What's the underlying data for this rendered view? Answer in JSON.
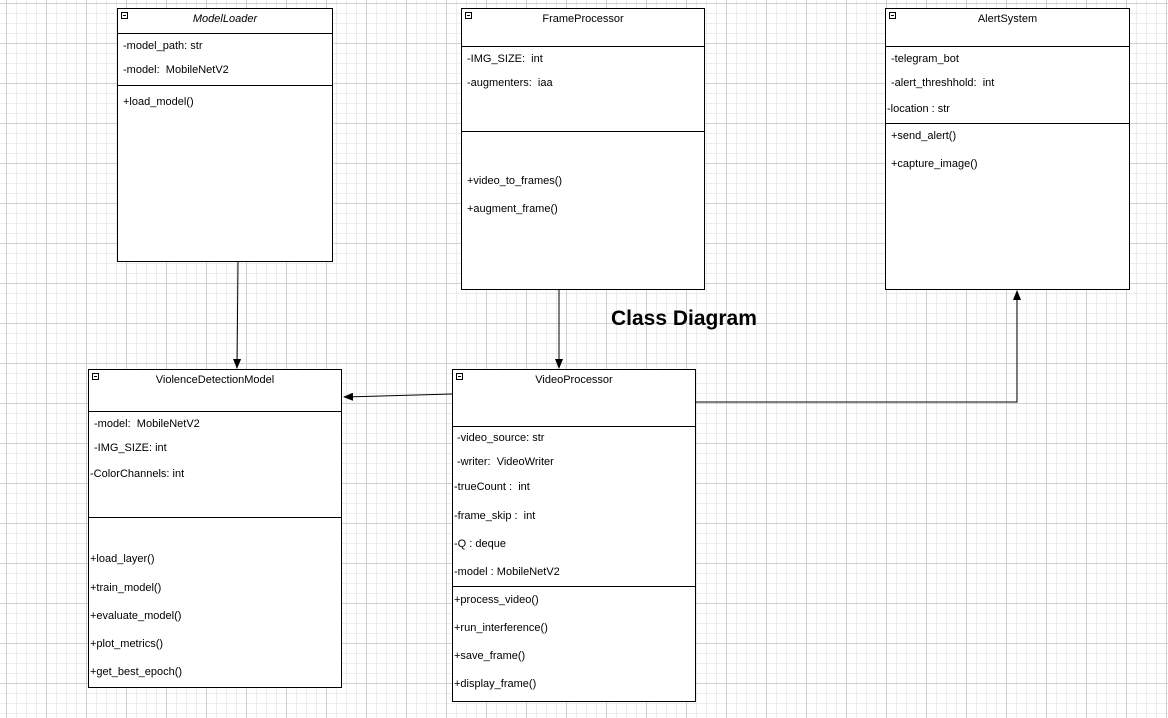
{
  "title": "Class Diagram",
  "classes": {
    "model_loader": {
      "name": "ModelLoader",
      "attributes": [
        "-model_path: str",
        "-model:  MobileNetV2"
      ],
      "methods": [
        "+load_model()"
      ]
    },
    "frame_processor": {
      "name": "FrameProcessor",
      "attributes": [
        "-IMG_SIZE:  int",
        "-augmenters:  iaa"
      ],
      "methods": [
        "+video_to_frames()",
        "+augment_frame()"
      ]
    },
    "alert_system": {
      "name": "AlertSystem",
      "attributes": [
        "-telegram_bot",
        "-alert_threshhold:  int",
        "-location : str"
      ],
      "methods": [
        "+send_alert()",
        "+capture_image()"
      ]
    },
    "violence_detection_model": {
      "name": "ViolenceDetectionModel",
      "attributes": [
        "-model:  MobileNetV2",
        "-IMG_SIZE: int",
        "-ColorChannels: int"
      ],
      "methods": [
        "+load_layer()",
        "+train_model()",
        "+evaluate_model()",
        "+plot_metrics()",
        "+get_best_epoch()"
      ]
    },
    "video_processor": {
      "name": "VideoProcessor",
      "attributes": [
        "-video_source: str",
        "-writer:  VideoWriter",
        "-trueCount :  int",
        "-frame_skip :  int",
        "-Q : deque",
        "-model : MobileNetV2"
      ],
      "methods": [
        "+process_video()",
        "+run_interference()",
        "+save_frame()",
        "+display_frame()"
      ]
    }
  },
  "relations": [
    {
      "from": "ModelLoader",
      "to": "ViolenceDetectionModel"
    },
    {
      "from": "FrameProcessor",
      "to": "VideoProcessor"
    },
    {
      "from": "VideoProcessor",
      "to": "ViolenceDetectionModel"
    },
    {
      "from": "VideoProcessor",
      "to": "AlertSystem"
    }
  ]
}
